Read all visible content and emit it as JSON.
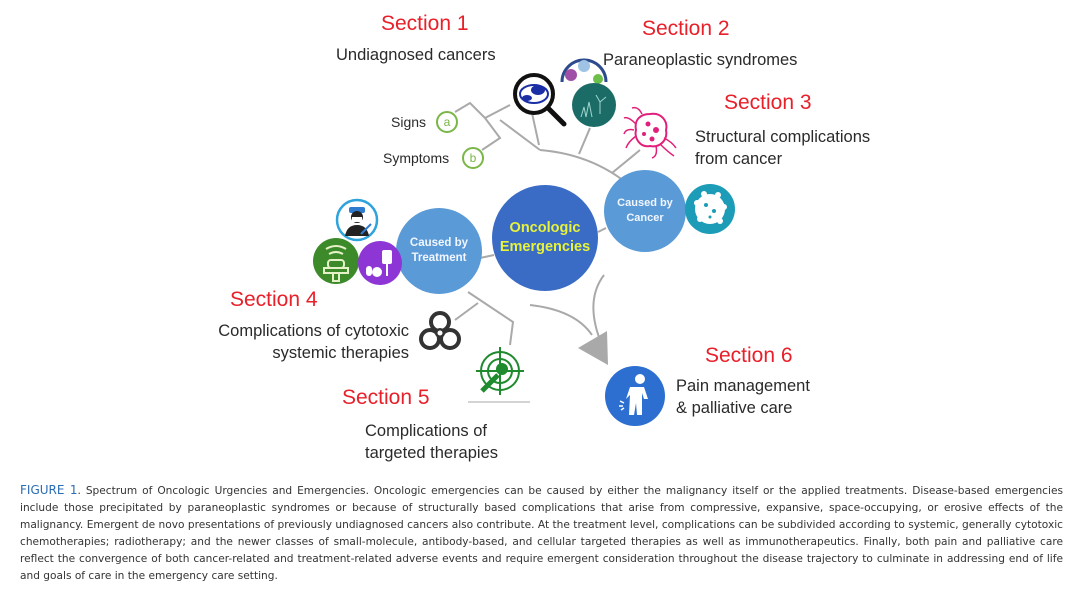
{
  "diagram": {
    "center_node": "Oncologic Emergencies",
    "center_node_lines": [
      "Oncologic",
      "Emergencies"
    ],
    "branch_cancer": {
      "line1": "Caused by",
      "line2": "Cancer"
    },
    "branch_treatment": {
      "line1": "Caused by",
      "line2": "Treatment"
    },
    "sections": [
      {
        "title": "Section 1",
        "desc_lines": [
          "Undiagnosed cancers"
        ],
        "icon": "magnifier-cell-icon"
      },
      {
        "title": "Section 2",
        "desc_lines": [
          "Paraneoplastic syndromes"
        ],
        "icon": "molecule-cells-icon"
      },
      {
        "title": "Section 3",
        "desc_lines": [
          "Structural complications",
          "from cancer"
        ],
        "icon": "tumor-cell-icon"
      },
      {
        "title": "Section 4",
        "desc_lines": [
          "Complications of cytotoxic",
          "systemic therapies"
        ],
        "icon": "biohazard-icon"
      },
      {
        "title": "Section 5",
        "desc_lines": [
          "Complications of",
          "targeted therapies"
        ],
        "icon": "target-syringe-icon"
      },
      {
        "title": "Section 6",
        "desc_lines": [
          "Pain management",
          "& palliative care"
        ],
        "icon": "pain-person-icon"
      }
    ],
    "sub_items": [
      {
        "label": "Signs",
        "letter": "a"
      },
      {
        "label": "Symptoms",
        "letter": "b"
      }
    ],
    "colors": {
      "section_title": "#e8202a",
      "center_node": "#3a6cc6",
      "center_text": "#e7f23a",
      "branch_node": "#5a9ad6",
      "connector": "#a9a9a9",
      "letter_circle": "#7ab648",
      "caption_label": "#2b6cb5"
    }
  },
  "caption": {
    "label": "FIGURE 1",
    "text": ". Spectrum of Oncologic Urgencies and Emergencies. Oncologic emergencies can be caused by either the malignancy itself or the applied treatments. Disease-based emergencies include those precipitated by paraneoplastic syndromes or because of structurally based complications that arise from compressive, expansive, space-occupying, or erosive effects of the malignancy. Emergent de novo presentations of previously undiagnosed cancers also contribute. At the treatment level, complications can be subdivided according to systemic, generally cytotoxic chemotherapies; radiotherapy; and the newer classes of small-molecule, antibody-based, and cellular targeted therapies as well as immunotherapeutics. Finally, both pain and palliative care reflect the convergence of both cancer-related and treatment-related adverse events and require emergent consideration throughout the disease trajectory to culminate in addressing end of life and goals of care in the emergency care setting."
  }
}
